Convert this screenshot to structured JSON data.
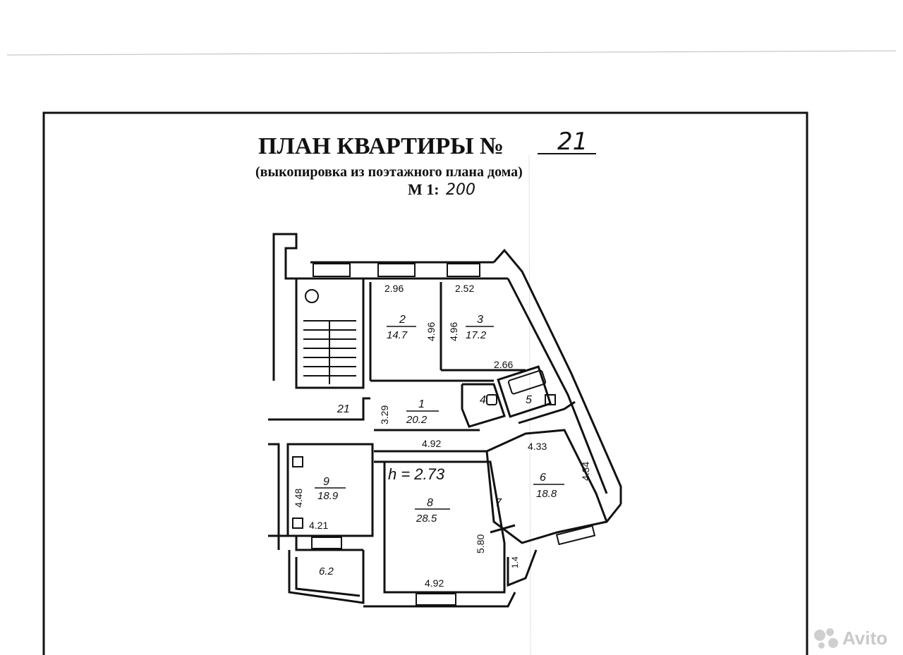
{
  "title": {
    "prefix": "ПЛАН КВАРТИРЫ №",
    "number": "21",
    "subtitle": "(выкопировка из поэтажного плана дома)",
    "scale_prefix": "М 1:",
    "scale_value": "200"
  },
  "ceiling_height": "h = 2.73",
  "rooms": [
    {
      "id": "room-1",
      "num": "1",
      "area": "20.2"
    },
    {
      "id": "room-2",
      "num": "2",
      "area": "14.7"
    },
    {
      "id": "room-3",
      "num": "3",
      "area": "17.2"
    },
    {
      "id": "room-4",
      "num": "4",
      "area": ""
    },
    {
      "id": "room-5",
      "num": "5",
      "area": ""
    },
    {
      "id": "room-6",
      "num": "6",
      "area": "18.8"
    },
    {
      "id": "room-7",
      "num": "7",
      "area": ""
    },
    {
      "id": "room-8",
      "num": "8",
      "area": "28.5"
    },
    {
      "id": "room-9",
      "num": "9",
      "area": "18.9"
    },
    {
      "id": "room-21",
      "num": "21",
      "area": ""
    },
    {
      "id": "balcony",
      "num": "",
      "area": "6.2"
    }
  ],
  "dimensions": {
    "d_2_96": "2.96",
    "d_2_52": "2.52",
    "d_4_96_a": "4.96",
    "d_4_96_b": "4.96",
    "d_2_66": "2.66",
    "d_3_29": "3.29",
    "d_4_92_top": "4.92",
    "d_4_33": "4.33",
    "d_4_34": "4.34",
    "d_4_48": "4.48",
    "d_4_21": "4.21",
    "d_5_80": "5.80",
    "d_4_92_bottom": "4.92",
    "d_1_4": "1.4"
  },
  "watermark": "Avito"
}
